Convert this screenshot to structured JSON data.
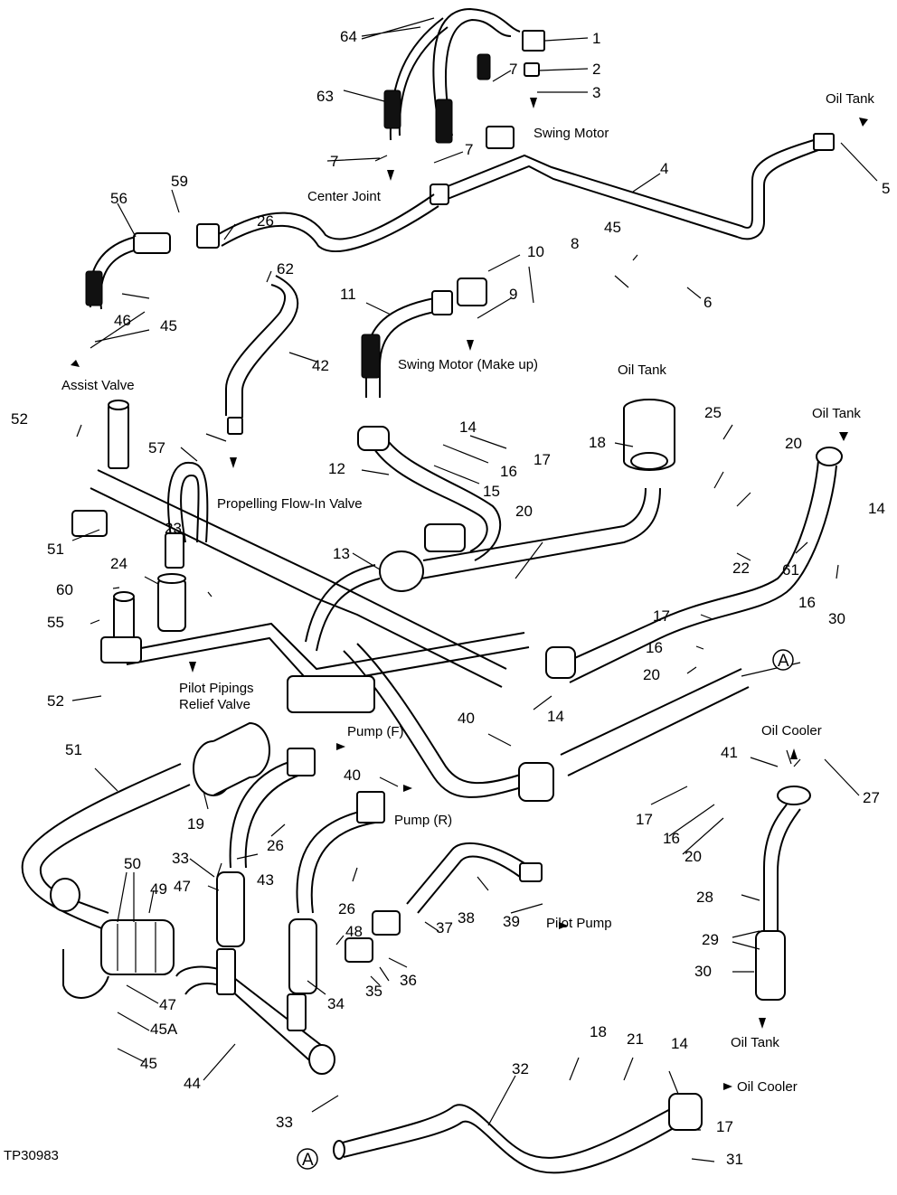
{
  "labels": {
    "swing_motor": "Swing Motor",
    "oil_tank_top": "Oil Tank",
    "center_joint": "Center Joint",
    "swing_motor_makeup": "Swing Motor (Make up)",
    "oil_tank_filter": "Oil Tank",
    "oil_tank_right": "Oil Tank",
    "assist_valve": "Assist Valve",
    "propelling_valve": "Propelling Flow-In Valve",
    "pilot_pipings_1": "Pilot Pipings",
    "pilot_pipings_2": "Relief Valve",
    "pump_f": "Pump (F)",
    "pump_r": "Pump (R)",
    "pilot_pump": "Pilot Pump",
    "oil_cooler_top": "Oil Cooler",
    "oil_tank_bottom": "Oil Tank",
    "oil_cooler_bottom": "Oil Cooler",
    "ref_a_top": "A",
    "ref_a_bottom": "A",
    "figure_id": "TP30983"
  },
  "callouts": [
    "1",
    "2",
    "3",
    "4",
    "5",
    "6",
    "7",
    "7",
    "7",
    "8",
    "9",
    "10",
    "11",
    "12",
    "13",
    "14",
    "14",
    "14",
    "14",
    "15",
    "16",
    "16",
    "16",
    "16",
    "17",
    "17",
    "17",
    "17",
    "18",
    "18",
    "19",
    "20",
    "20",
    "20",
    "20",
    "21",
    "22",
    "23",
    "24",
    "25",
    "26",
    "26",
    "26",
    "27",
    "28",
    "29",
    "30",
    "30",
    "31",
    "32",
    "33",
    "33",
    "34",
    "35",
    "36",
    "37",
    "38",
    "39",
    "40",
    "40",
    "41",
    "42",
    "43",
    "44",
    "45",
    "45",
    "45",
    "45A",
    "46",
    "47",
    "47",
    "48",
    "49",
    "50",
    "51",
    "51",
    "52",
    "52",
    "55",
    "56",
    "57",
    "59",
    "60",
    "61",
    "62",
    "63",
    "64"
  ]
}
